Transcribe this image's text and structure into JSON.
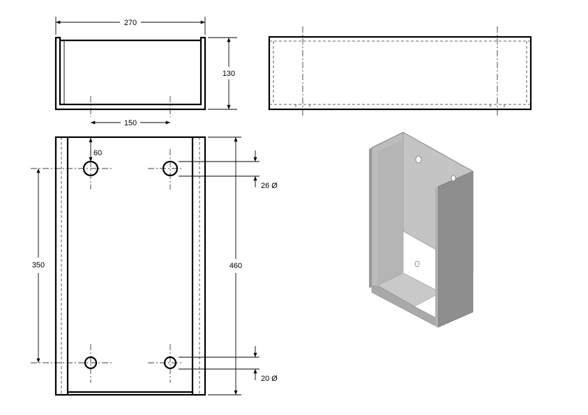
{
  "drawing": {
    "dimensions": {
      "width_top": "270",
      "height_front": "130",
      "hole_spacing_x": "150",
      "top_offset": "60",
      "hole_spacing_y": "350",
      "total_height": "460",
      "upper_hole_dia": "26 Ø",
      "lower_hole_dia": "20 Ø"
    },
    "colors": {
      "line": "#000000",
      "iso_light": "#c9c9c9",
      "iso_mid": "#a9a9a9",
      "iso_dark": "#8a8a8a"
    }
  }
}
